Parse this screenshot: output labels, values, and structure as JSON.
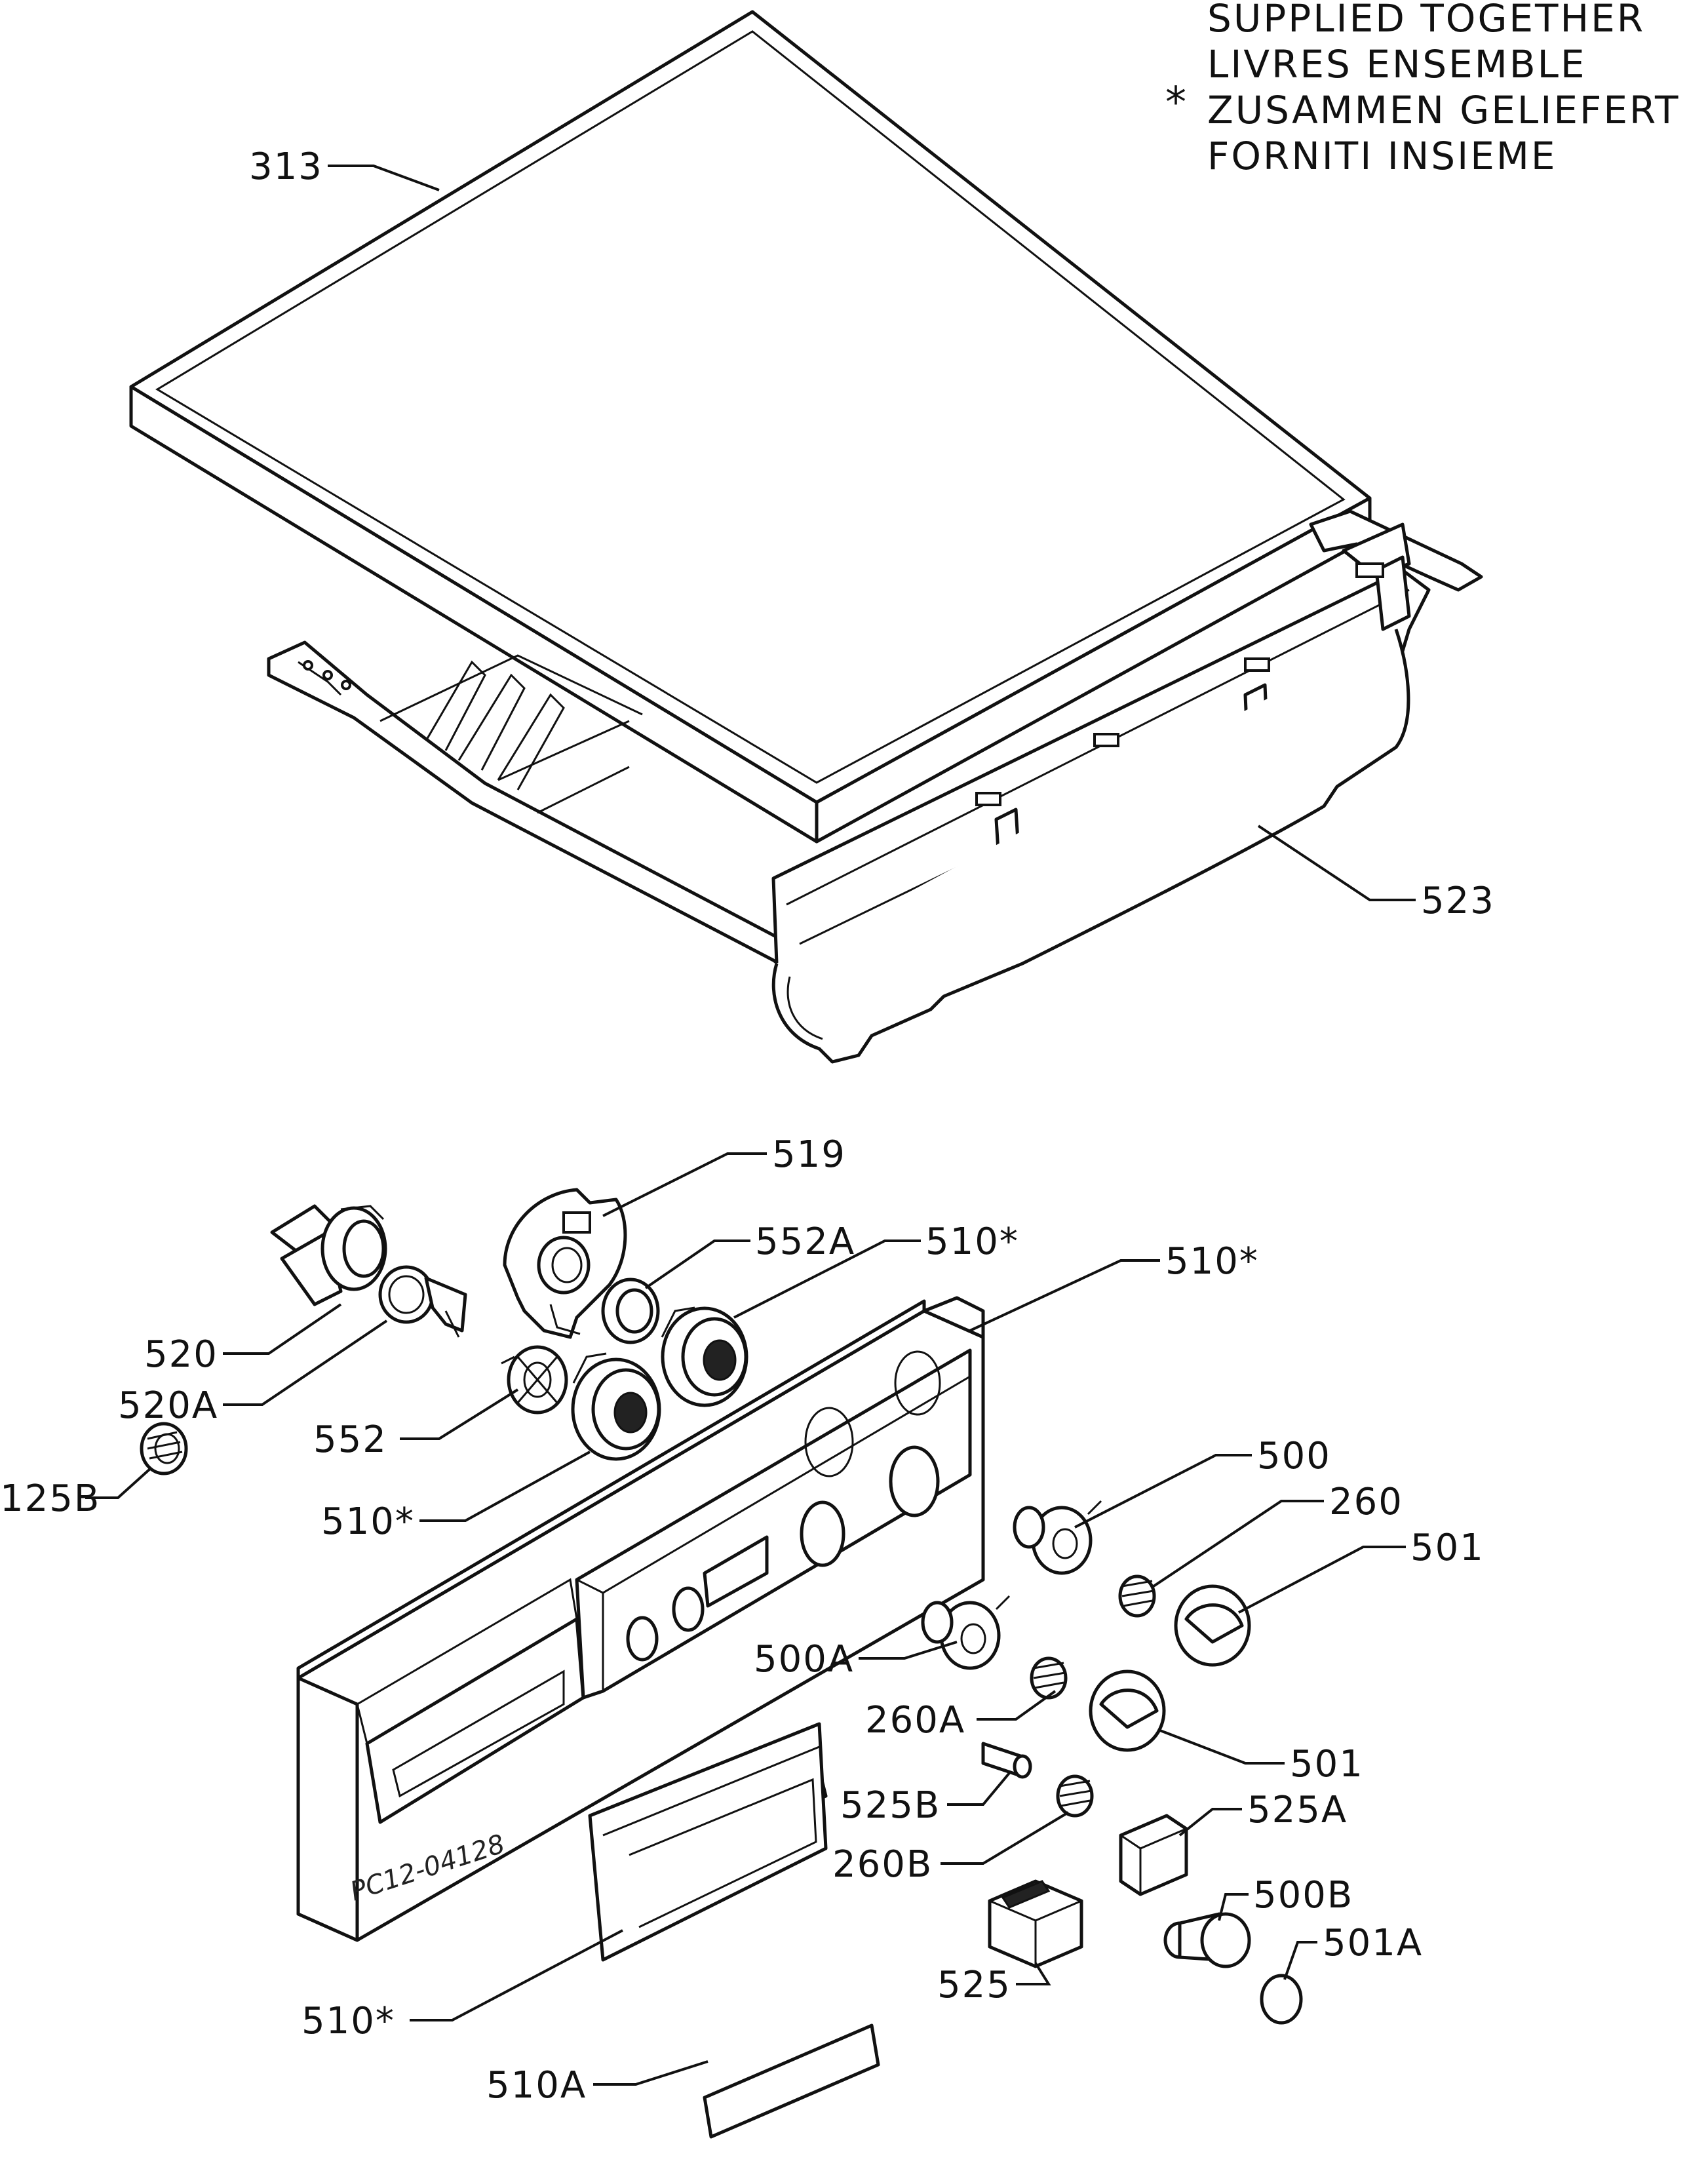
{
  "note": {
    "lines": [
      "SUPPLIED TOGETHER",
      "LIVRES ENSEMBLE",
      "ZUSAMMEN GELIEFERT",
      "FORNITI INSIEME"
    ],
    "marker": "*"
  },
  "drawing_code": "PC12-04128",
  "callouts": [
    {
      "id": "313",
      "text": "313"
    },
    {
      "id": "523",
      "text": "523"
    },
    {
      "id": "519",
      "text": "519"
    },
    {
      "id": "552A",
      "text": "552A"
    },
    {
      "id": "510-knob-top",
      "text": "510*"
    },
    {
      "id": "510-panel",
      "text": "510*"
    },
    {
      "id": "520",
      "text": "520"
    },
    {
      "id": "520A",
      "text": "520A"
    },
    {
      "id": "552",
      "text": "552"
    },
    {
      "id": "125B",
      "text": "125B"
    },
    {
      "id": "510-knob-bottom",
      "text": "510*"
    },
    {
      "id": "500",
      "text": "500"
    },
    {
      "id": "260",
      "text": "260"
    },
    {
      "id": "501-top",
      "text": "501"
    },
    {
      "id": "500A",
      "text": "500A"
    },
    {
      "id": "260A",
      "text": "260A"
    },
    {
      "id": "501-bottom",
      "text": "501"
    },
    {
      "id": "525B",
      "text": "525B"
    },
    {
      "id": "525A",
      "text": "525A"
    },
    {
      "id": "260B",
      "text": "260B"
    },
    {
      "id": "500B",
      "text": "500B"
    },
    {
      "id": "501A",
      "text": "501A"
    },
    {
      "id": "525",
      "text": "525"
    },
    {
      "id": "510-drawer",
      "text": "510*"
    },
    {
      "id": "510A",
      "text": "510A"
    }
  ]
}
